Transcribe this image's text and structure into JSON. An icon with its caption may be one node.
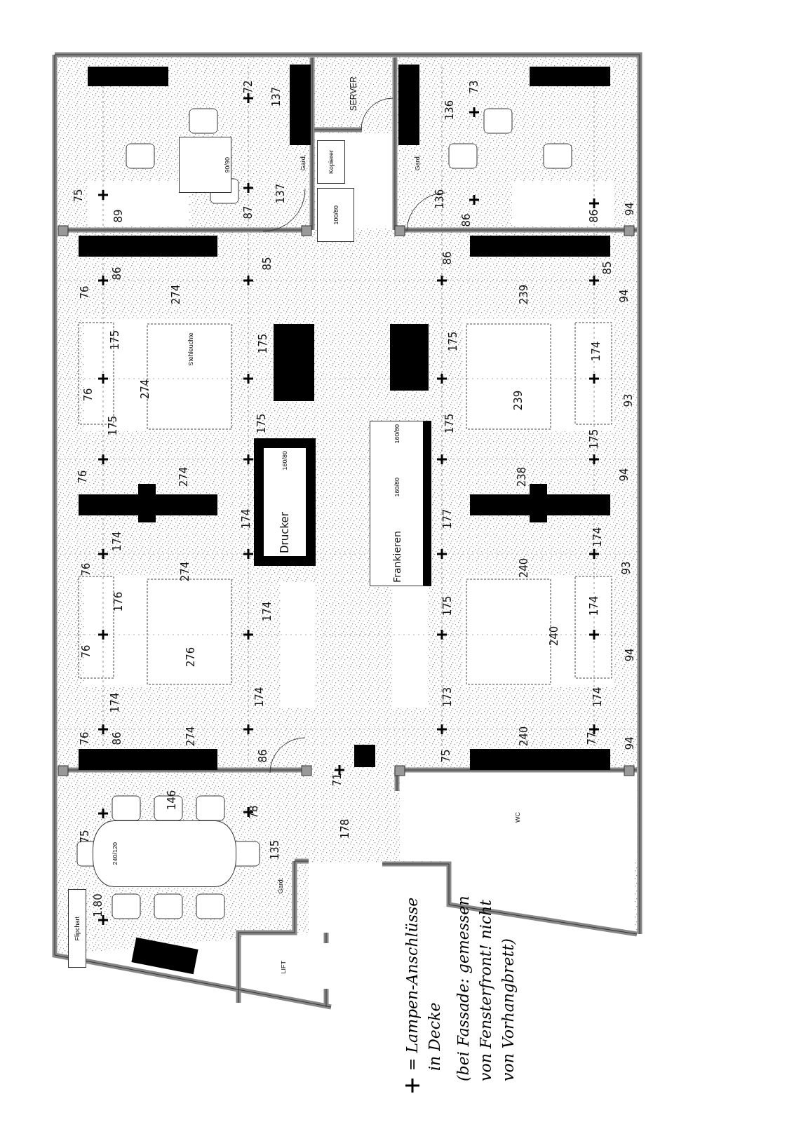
{
  "diagram": {
    "nodes": [
      {
        "text": [
          "SERVER"
        ]
      },
      {
        "text": [
          "Kopierer"
        ]
      },
      {
        "text": [
          "100/80"
        ]
      },
      {
        "text": [
          "90/90"
        ]
      },
      {
        "text": [
          "160/80",
          "Drucker"
        ]
      },
      {
        "text": [
          "160/80",
          "160/80",
          "Frankieren"
        ]
      },
      {
        "text": [
          "240/120"
        ]
      },
      {
        "text": [
          "Flipchart"
        ]
      },
      {
        "text": [
          "LIFT"
        ]
      },
      {
        "text": [
          "WC"
        ]
      }
    ],
    "labels": [
      "72",
      "137",
      "73",
      "136",
      "Gard.",
      "Gard.",
      "137",
      "75",
      "87",
      "136",
      "89",
      "86",
      "86",
      "94",
      "85",
      "86",
      "86",
      "85",
      "76",
      "274",
      "239",
      "94",
      "175",
      "175",
      "175",
      "Stehleuchte",
      "174",
      "274",
      "76",
      "239",
      "93",
      "175",
      "175",
      "175",
      "175",
      "76",
      "274",
      "238",
      "94",
      "174",
      "177",
      "174",
      "174",
      "76",
      "274",
      "240",
      "93",
      "176",
      "174",
      "175",
      "174",
      "240",
      "76",
      "276",
      "94",
      "174",
      "174",
      "173",
      "174",
      "76",
      "86",
      "274",
      "86",
      "75",
      "240",
      "77",
      "94",
      "71",
      "146",
      "78",
      "178",
      "75",
      "135",
      "Gard.",
      "1.80",
      "(bei Fassade: gemessen von Fensterfront! nicht von Vorhangbrett)"
    ],
    "legend": [
      {
        "text": "= Lampen-Anschlüsse in Decke"
      }
    ]
  }
}
